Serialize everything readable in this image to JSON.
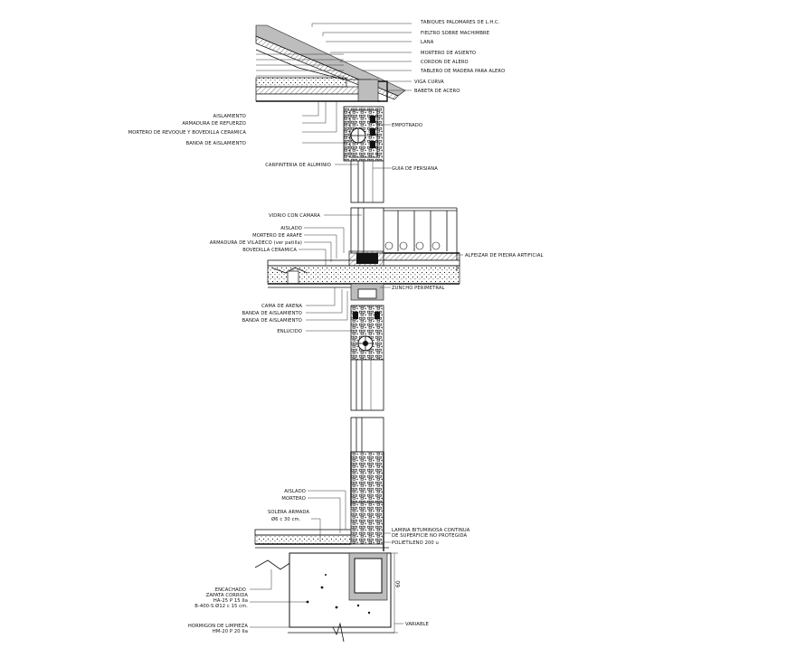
{
  "roof_labels": {
    "tejas": "TABIQUES PALOMARES DE L.H.C.",
    "fieltro": "FIELTRO SOBRE MACHIMBRE",
    "lana": "LANA",
    "mortero_asiento": "MORTERO DE ASIENTO",
    "cordon": "CORDON DE ALERO",
    "tablero": "TABLERO DE MADERA PARA ALERO",
    "viga": "VIGA CURVA",
    "babeta": "BABETA DE ACERO",
    "aislamiento": "AISLAMIENTO",
    "armadura": "ARMADURA DE REFUERZO",
    "mortero_relleno": "MORTERO DE REVOQUE Y BOVEDILLA CERAMICA",
    "banda": "BANDA DE AISLAMIENTO",
    "empotrado": "EMPOTRADO",
    "carpinteria": "CARPINTERIA DE ALUMINIO",
    "guia": "GUIA DE PERSIANA"
  },
  "mid_labels": {
    "vidrio": "VIDRIO CON CAMARA",
    "aislado": "AISLADO",
    "mortero_arafe": "MORTERO DE ARAFE",
    "armadura_viladeco": "ARMADURA DE VILADECO (ver patilla)",
    "bovedilla": "BOVEDILLA CERAMICA",
    "alfeizar": "ALFEIZAR DE PIEDRA ARTIFICIAL",
    "zuncho": "ZUNCHO PERIMETRAL",
    "cama_arena": "CAMA DE ARENA",
    "banda_1": "BANDA DE AISLAMIENTO",
    "banda_2": "BANDA DE AISLAMIENTO",
    "enlucido": "ENLUCIDO"
  },
  "base_labels": {
    "aislado": "AISLADO",
    "mortero": "MORTERO",
    "solera_1": "SOLERA ARMADA",
    "solera_2": "Ø6 c 30 cm.",
    "lamina_1": "LAMINA BITUMINOSA CONTINUA",
    "lamina_2": "DE SUPERFICIE NO PROTEGIDA",
    "polietileno": "POLIETILENO 200 u",
    "encachado": "ENCACHADO",
    "zapata_1": "ZAPATA CORRIDA",
    "zapata_2": "HA-25 P 15 IIa",
    "zapata_3": "B-400-S Ø12 c 15 cm.",
    "hormigon_1": "HORMIGON DE LIMPIEZA",
    "hormigon_2": "HM-20 P 20 IIa",
    "variable": "VARIABLE",
    "dim_60": "60"
  }
}
